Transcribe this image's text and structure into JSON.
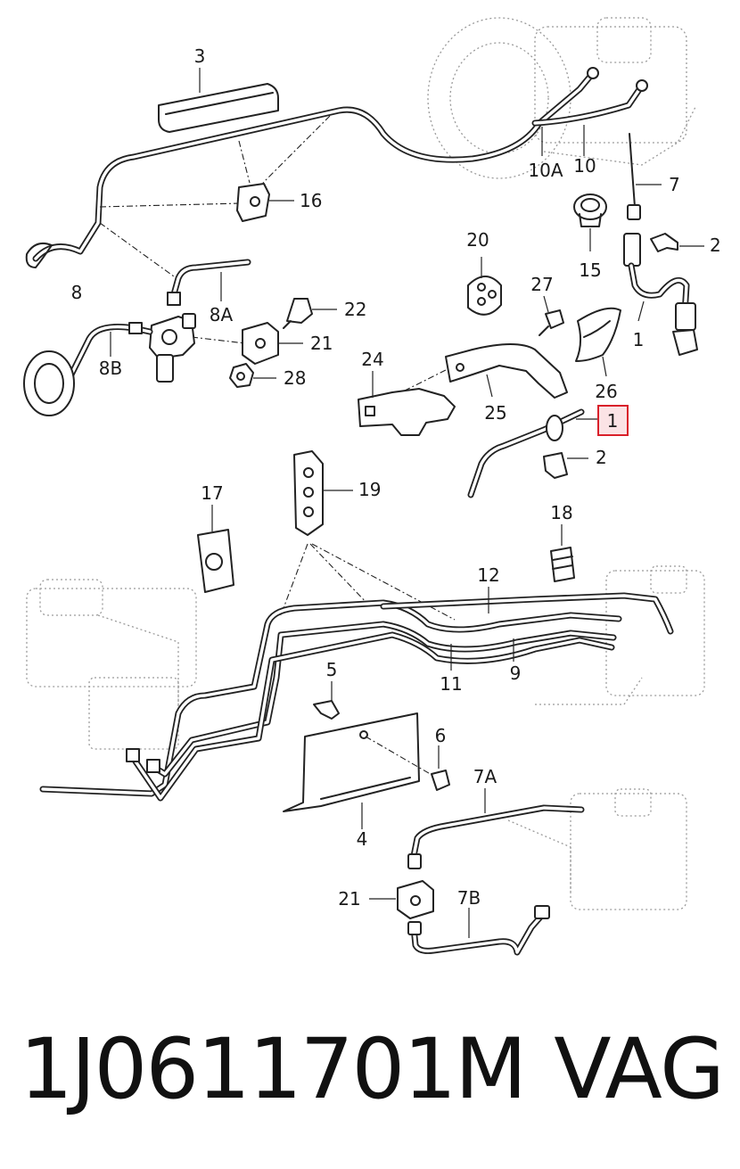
{
  "labels": {
    "l3": "3",
    "l16": "16",
    "l8": "8",
    "l8A": "8A",
    "l8B": "8B",
    "l22": "22",
    "l21": "21",
    "l28": "28",
    "l10A": "10A",
    "l10": "10",
    "l7": "7",
    "l2a": "2",
    "l15": "15",
    "l20": "20",
    "l27": "27",
    "l1a": "1",
    "l24": "24",
    "l25": "25",
    "l26": "26",
    "l1b": "1",
    "l2b": "2",
    "l19": "19",
    "l17": "17",
    "l18": "18",
    "l12": "12",
    "l11": "11",
    "l9": "9",
    "l5": "5",
    "l6": "6",
    "l4": "4",
    "l7A": "7A",
    "l21b": "21",
    "l7B": "7B"
  },
  "highlight": {
    "label": "1",
    "color": "#d9202a",
    "fill": "#fbe3e5"
  },
  "caption": {
    "part_number": "1J0611701M",
    "brand": "VAG"
  }
}
